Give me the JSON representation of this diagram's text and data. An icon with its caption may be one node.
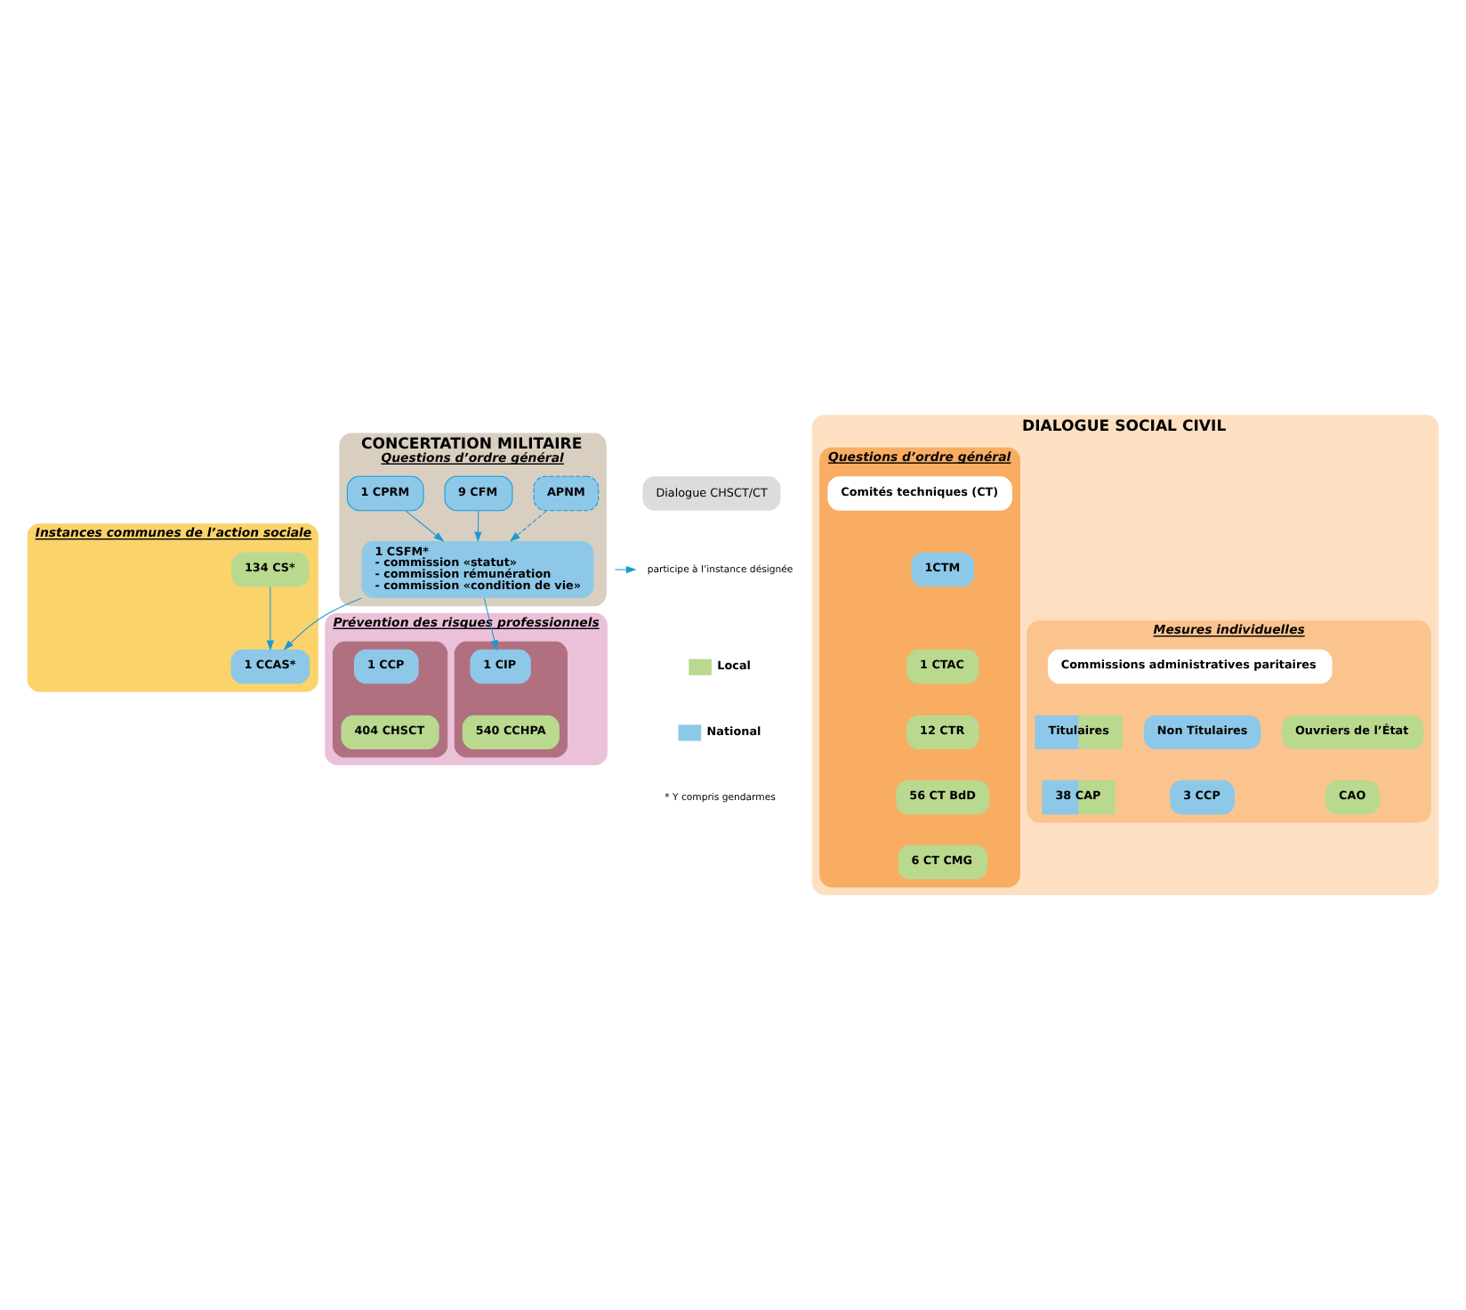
{
  "diagram": {
    "nodes": [
      {
        "text": [
          "CONCERTATION MILITAIRE",
          "Questions d’ordre général"
        ]
      },
      {
        "text": [
          "1 CSFM*",
          "- commission «statut»",
          "- commission rémunération",
          "- commission «condition de vie»"
        ],
        "in": 0
      },
      {
        "text": [
          "9 CFM"
        ],
        "in": 0
      },
      {
        "text": [
          "1 CPRM"
        ],
        "in": 0
      },
      {
        "text": [
          "APNM"
        ],
        "in": 0
      },
      {
        "text": [
          "Instances communes de l’action sociale"
        ]
      },
      {
        "text": [
          "1 CCAS*"
        ],
        "in": 5
      },
      {
        "text": [
          "134 CS*"
        ],
        "in": 5
      },
      {
        "text": [
          "Prévention des risques professionnels"
        ]
      },
      {
        "text": [],
        "shape": "box",
        "in": 8
      },
      {
        "text": [
          "1 CIP"
        ],
        "in": 9
      },
      {
        "text": [
          "540 CCHPA"
        ],
        "in": 9
      },
      {
        "text": [],
        "shape": "box",
        "in": 8
      },
      {
        "text": [
          "1 CCP"
        ],
        "in": 12
      },
      {
        "text": [
          "404 CHSCT"
        ],
        "in": 12
      },
      {
        "text": [
          "Dialogue CHSCT/CT"
        ]
      },
      {
        "text": [
          "DIALOGUE SOCIAL CIVIL"
        ]
      },
      {
        "text": [
          "Questions d’ordre général"
        ],
        "in": 16
      },
      {
        "text": [
          "Comités techniques (CT)"
        ],
        "in": 17
      },
      {
        "text": [
          "1CTM"
        ],
        "in": 17
      },
      {
        "text": [
          "1 CTAC"
        ],
        "in": 17
      },
      {
        "text": [
          "12 CTR"
        ],
        "in": 17
      },
      {
        "text": [
          "56 CT BdD"
        ],
        "in": 17
      },
      {
        "text": [
          "6 CT CMG"
        ],
        "in": 17
      },
      {
        "text": [
          "Mesures individuelles"
        ],
        "in": 16
      },
      {
        "text": [
          "Commissions administratives paritaires"
        ],
        "in": 24
      },
      {
        "text": [
          "Titulaires"
        ],
        "in": 24
      },
      {
        "text": [
          "Non Titulaires"
        ],
        "in": 24
      },
      {
        "text": [
          "Ouvriers de l’État"
        ],
        "in": 24
      },
      {
        "text": [
          "38 CAP"
        ],
        "in": 24
      },
      {
        "text": [
          "3 CCP"
        ],
        "in": 24
      },
      {
        "text": [
          "CAO"
        ],
        "in": 24
      }
    ],
    "edges": [
      {
        "from": 1,
        "to": 6,
        "arrow": "to"
      },
      {
        "from": 1,
        "to": 10,
        "arrow": "to"
      },
      {
        "from": 2,
        "to": 1,
        "arrow": "to"
      },
      {
        "from": 3,
        "to": 1,
        "arrow": "to"
      },
      {
        "from": 4,
        "to": 1,
        "arrow": "to",
        "style": "dashed"
      },
      {
        "from": 7,
        "to": 6,
        "arrow": "to"
      }
    ],
    "labels": [
      "* Y compris gendarmes"
    ],
    "legend": [
      {
        "text": "participe à l’instance désignée"
      },
      {
        "text": "Local",
        "color": "#b9d98f"
      },
      {
        "text": "National",
        "color": "#8dc8e8"
      }
    ]
  }
}
